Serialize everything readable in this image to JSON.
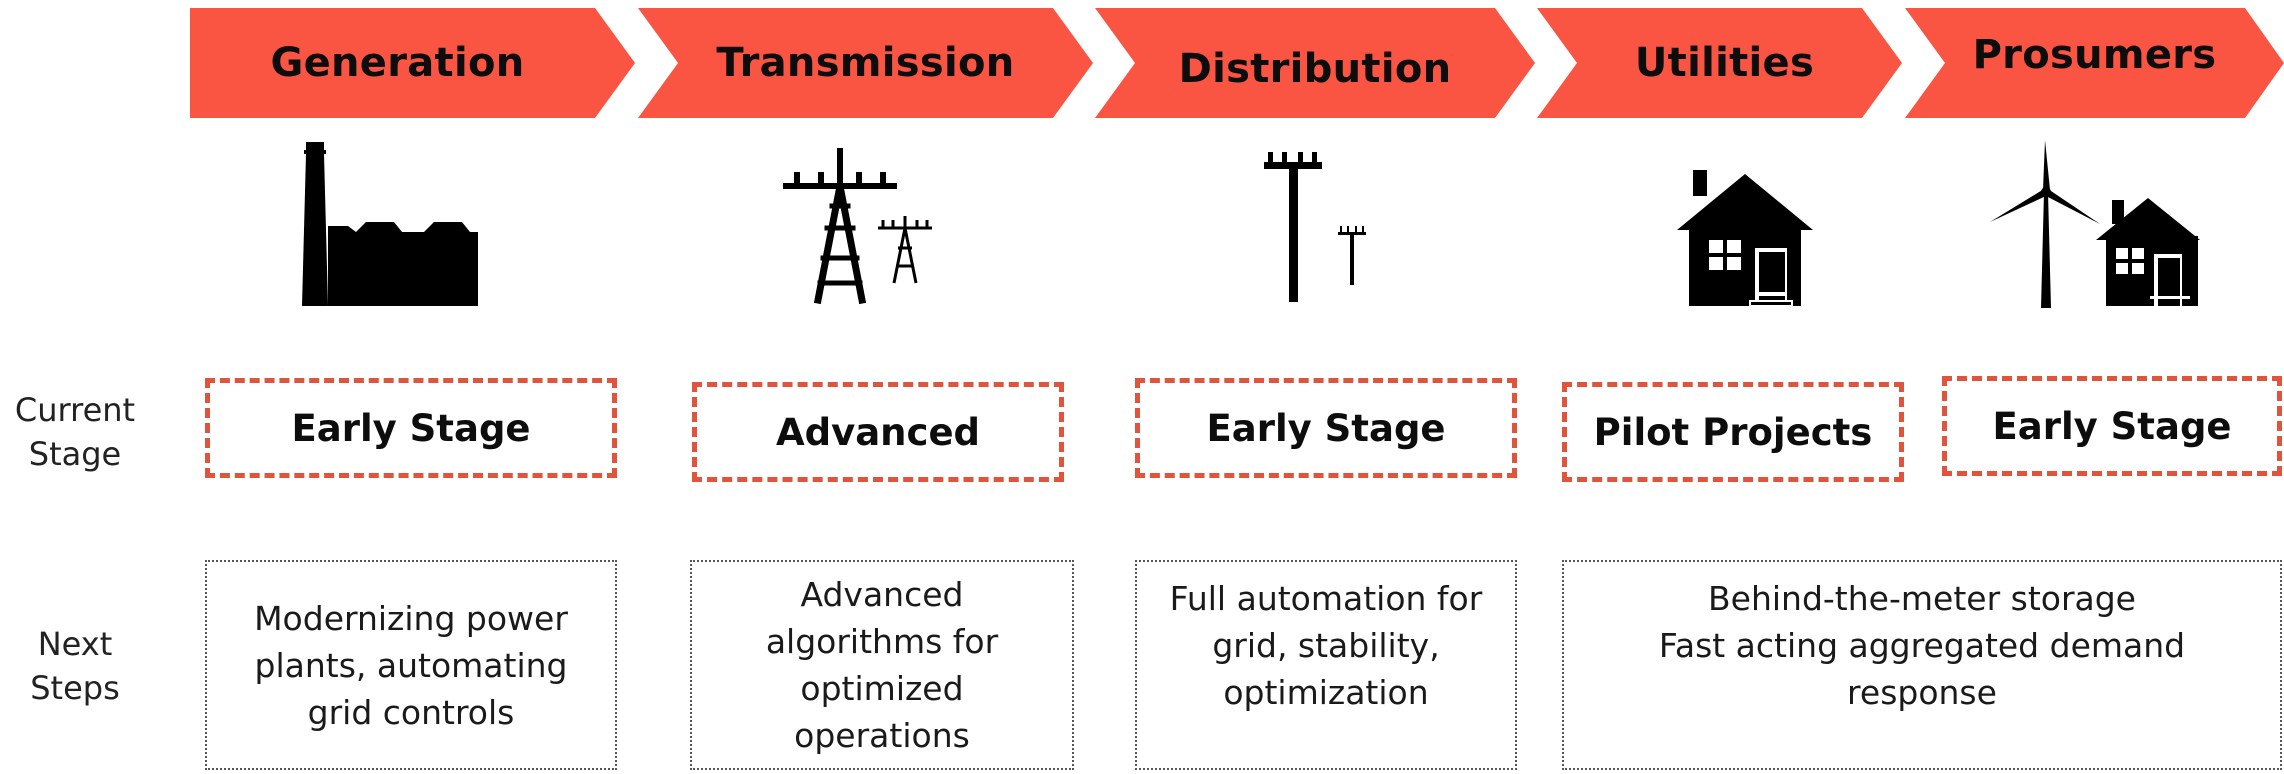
{
  "stages": [
    {
      "name": "Generation",
      "icon": "power-plant-icon",
      "current": "Early Stage"
    },
    {
      "name": "Transmission",
      "icon": "transmission-tower-icon",
      "current": "Advanced"
    },
    {
      "name": "Distribution",
      "icon": "utility-pole-icon",
      "current": "Early Stage"
    },
    {
      "name": "Utilities",
      "icon": "house-icon",
      "current": "Pilot Projects"
    },
    {
      "name": "Prosumers",
      "icon": "wind-turbine-house-icon",
      "current": "Early Stage"
    }
  ],
  "row_labels": {
    "current_stage": "Current\nStage",
    "next_steps": "Next\nSteps"
  },
  "next_steps": [
    "Modernizing power plants, automating grid controls",
    "Advanced algorithms for optimized operations",
    "Full automation for grid, stability, optimization",
    "Behind-the-meter storage\nFast acting aggregated demand response"
  ],
  "colors": {
    "chevron": "#fa5543",
    "dashed_border": "#e0533d",
    "icon": "#000000"
  }
}
